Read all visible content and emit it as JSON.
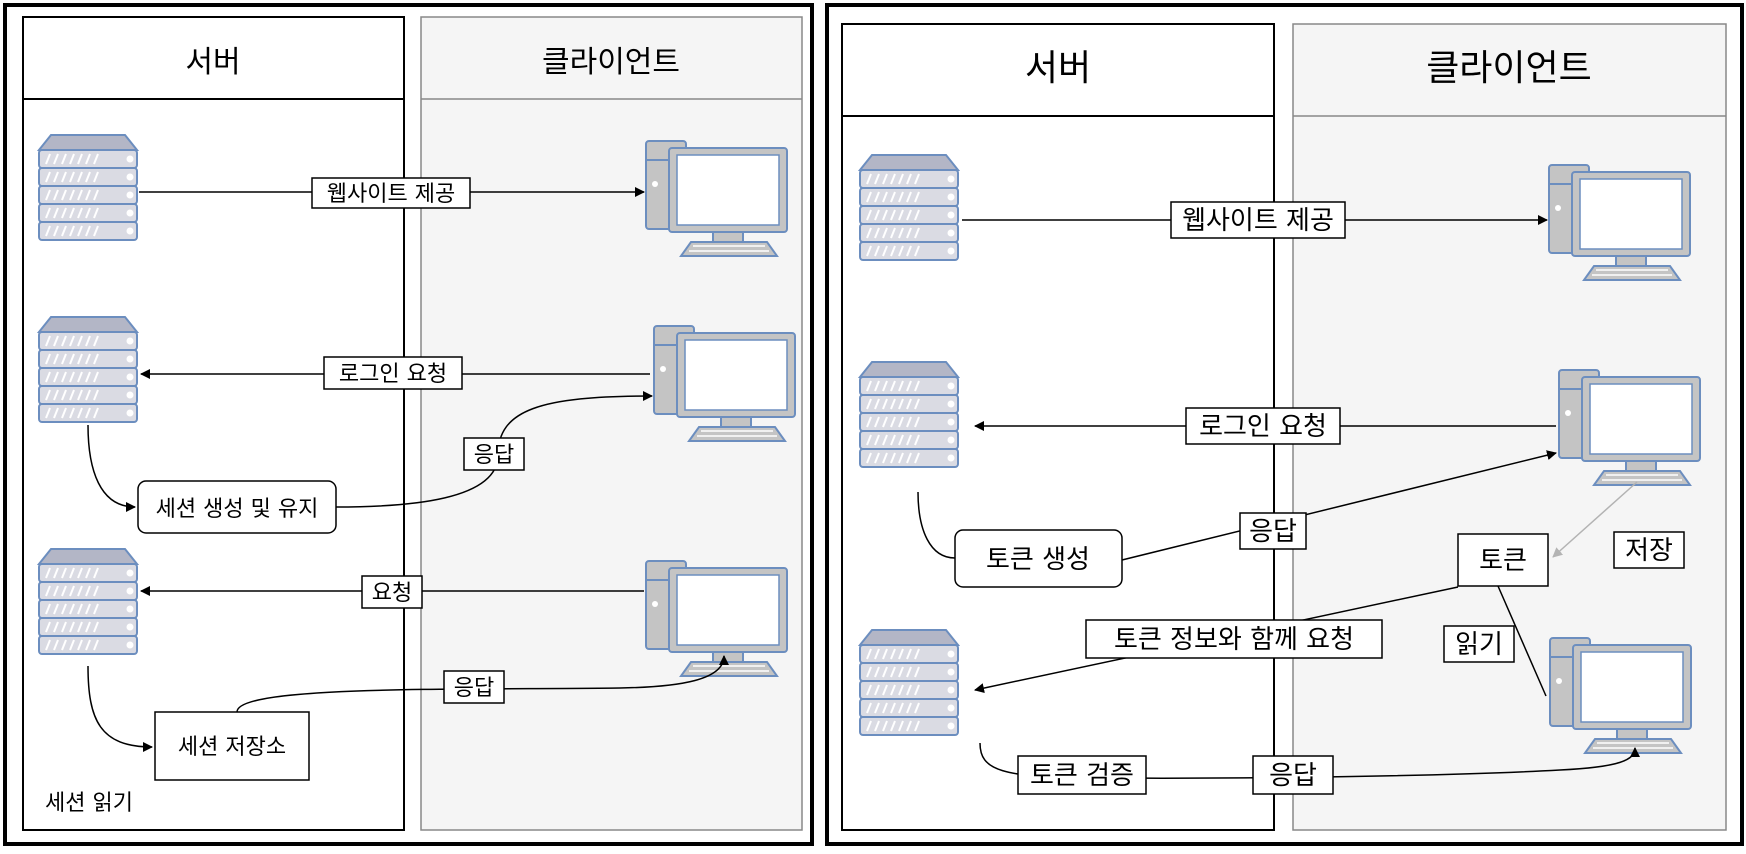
{
  "left": {
    "server_header": "서버",
    "client_header": "클라이언트",
    "serve_site": "웹사이트 제공",
    "login_request": "로그인 요청",
    "response_1": "응답",
    "session_create": "세션 생성 및 유지",
    "request": "요청",
    "response_2": "응답",
    "session_store": "세션 저장소",
    "session_read": "세션 읽기"
  },
  "right": {
    "server_header": "서버",
    "client_header": "클라이언트",
    "serve_site": "웹사이트 제공",
    "login_request": "로그인 요청",
    "response_1": "응답",
    "token_create": "토큰 생성",
    "token": "토큰",
    "store": "저장",
    "read": "읽기",
    "request_with_token": "토큰 정보와 함께 요청",
    "token_verify": "토큰 검증",
    "response_2": "응답"
  },
  "colors": {
    "server_fill": "#dadbe3",
    "server_stroke": "#6c8ebf",
    "client_lane": "#f5f5f5",
    "pc_fill": "#c4c4c4",
    "store_arrow": "#b3b3b3"
  }
}
